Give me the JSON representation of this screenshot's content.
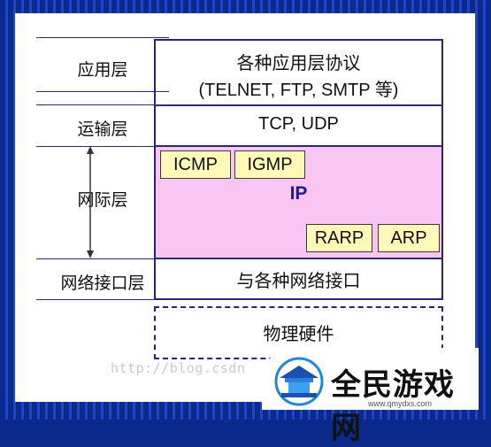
{
  "layers": {
    "application": "应用层",
    "transport": "运输层",
    "network": "网际层",
    "link": "网络接口层"
  },
  "boxes": {
    "application_line1": "各种应用层协议",
    "application_line2": "(TELNET, FTP, SMTP 等)",
    "transport": "TCP, UDP",
    "network_center": "IP",
    "network_protocols": [
      "ICMP",
      "IGMP",
      "RARP",
      "ARP"
    ],
    "link": "与各种网络接口",
    "physical": "物理硬件"
  },
  "watermark": {
    "url": "http://blog.csdn",
    "brand_name": "全民游戏网",
    "brand_url": "www.qmydxs.com"
  },
  "colors": {
    "network_fill": "#f9c6f3",
    "protocol_fill": "#fff9b8",
    "border": "#24247a",
    "frame": "#0b2a8c"
  }
}
